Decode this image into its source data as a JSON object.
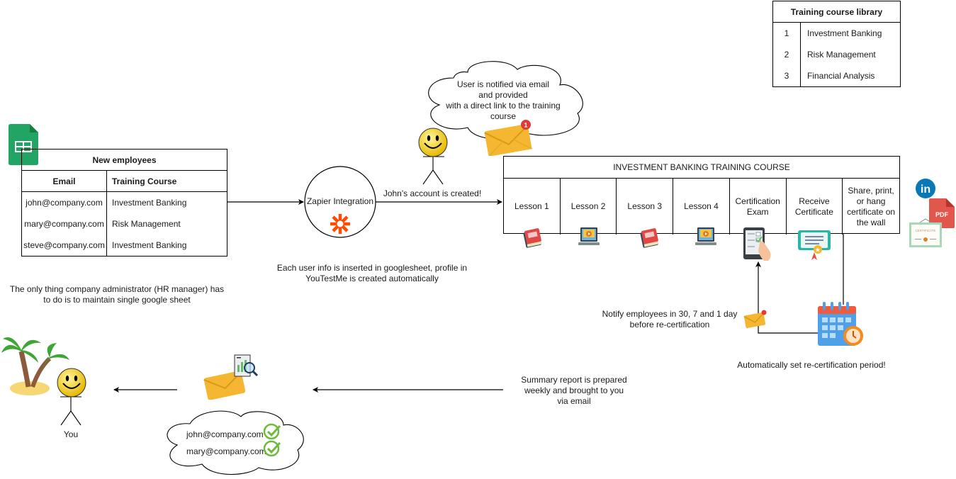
{
  "new_employees": {
    "title": "New employees",
    "headers": [
      "Email",
      "Training Course"
    ],
    "rows": [
      {
        "email": "john@company.com",
        "course": "Investment Banking"
      },
      {
        "email": "mary@company.com",
        "course": "Risk Management"
      },
      {
        "email": "steve@company.com",
        "course": "Investment Banking"
      }
    ]
  },
  "library": {
    "title": "Training course library",
    "rows": [
      {
        "n": "1",
        "name": "Investment Banking"
      },
      {
        "n": "2",
        "name": "Risk Management"
      },
      {
        "n": "3",
        "name": "Financial Analysis"
      }
    ]
  },
  "zapier": {
    "label": "Zapier Integration"
  },
  "account_created": "John's account is created!",
  "notify_cloud": [
    "User is notified via email",
    "and provided",
    "with a direct link to the training",
    "course"
  ],
  "mail_badge": "1",
  "insert_note": [
    "Each user info is inserted in googlesheet, profile in",
    "YouTestMe is created automatically"
  ],
  "admin_note": [
    "The only thing company administrator (HR manager) has",
    "to do is to maintain single google sheet"
  ],
  "course": {
    "title": "INVESTMENT BANKING TRAINING COURSE",
    "steps": [
      {
        "label": "Lesson 1",
        "icon": "book-icon"
      },
      {
        "label": "Lesson 2",
        "icon": "video-laptop-icon"
      },
      {
        "label": "Lesson 3",
        "icon": "book-icon"
      },
      {
        "label": "Lesson 4",
        "icon": "video-laptop-icon"
      },
      {
        "label": "Certification Exam",
        "icon": "tablet-exam-icon"
      },
      {
        "label": "Receive Certificate",
        "icon": "certificate-icon"
      },
      {
        "label": "Share, print, or hang certificate on the wall",
        "icon": ""
      }
    ]
  },
  "share_icons": {
    "linkedin": "in",
    "pdf": "PDF",
    "certificate": "CERTIFICATE"
  },
  "notify_recert": [
    "Notify employees in 30, 7 and 1 day",
    "before re-certification"
  ],
  "auto_recert": "Automatically set re-certification period!",
  "summary_note": [
    "Summary report is prepared",
    "weekly and brought to you",
    "via email"
  ],
  "report_cloud": [
    "john@company.com",
    "mary@company.com"
  ],
  "you_label": "You",
  "colors": {
    "zapier": "#ff4a00",
    "sheets_green": "#21a464",
    "check_green": "#6dbb3d",
    "envelope": "#f5b731",
    "badge": "#e53935"
  }
}
